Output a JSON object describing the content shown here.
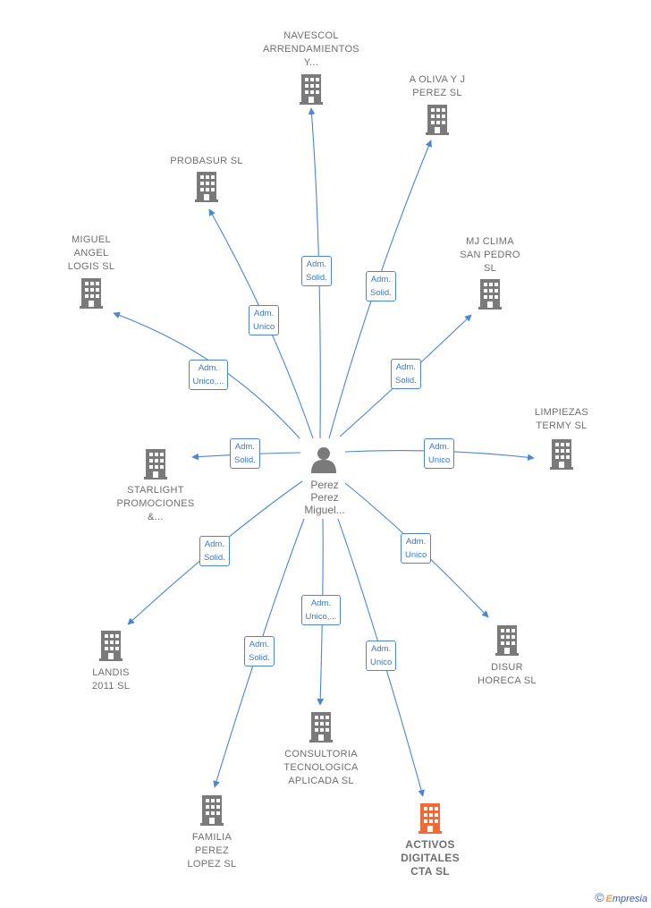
{
  "colors": {
    "edge": "#4a86d4",
    "building": "#7a7a7a",
    "building_highlight": "#f06a38",
    "person": "#7a7a7a"
  },
  "person": {
    "icon": "person-icon",
    "lines": [
      "Perez",
      "Perez",
      "Miguel..."
    ]
  },
  "companies": [
    {
      "id": "navescol",
      "lines": [
        "NAVESCOL",
        "ARRENDAMIENTOS",
        "Y..."
      ],
      "highlight": false
    },
    {
      "id": "aoliva",
      "lines": [
        "A OLIVA Y J",
        "PEREZ SL"
      ],
      "highlight": false
    },
    {
      "id": "probasur",
      "lines": [
        "PROBASUR SL"
      ],
      "highlight": false
    },
    {
      "id": "mjclima",
      "lines": [
        "MJ CLIMA",
        "SAN PEDRO",
        "SL"
      ],
      "highlight": false
    },
    {
      "id": "miguelangel",
      "lines": [
        "MIGUEL",
        "ANGEL",
        "LOGIS  SL"
      ],
      "highlight": false
    },
    {
      "id": "limpiezas",
      "lines": [
        "LIMPIEZAS",
        "TERMY  SL"
      ],
      "highlight": false
    },
    {
      "id": "starlight",
      "lines": [
        "STARLIGHT",
        "PROMOCIONES",
        "&..."
      ],
      "highlight": false
    },
    {
      "id": "landis",
      "lines": [
        "LANDIS",
        "2011 SL"
      ],
      "highlight": false
    },
    {
      "id": "disur",
      "lines": [
        "DISUR",
        "HORECA  SL"
      ],
      "highlight": false
    },
    {
      "id": "consultoria",
      "lines": [
        "CONSULTORIA",
        "TECNOLOGICA",
        "APLICADA  SL"
      ],
      "highlight": false
    },
    {
      "id": "familia",
      "lines": [
        "FAMILIA",
        "PEREZ",
        "LOPEZ  SL"
      ],
      "highlight": false
    },
    {
      "id": "activos",
      "lines": [
        "ACTIVOS",
        "DIGITALES",
        "CTA  SL"
      ],
      "highlight": true
    }
  ],
  "edges": [
    {
      "to": "navescol",
      "label": [
        "Adm.",
        "Solid."
      ]
    },
    {
      "to": "aoliva",
      "label": [
        "Adm.",
        "Solid."
      ]
    },
    {
      "to": "probasur",
      "label": [
        "Adm.",
        "Unico"
      ]
    },
    {
      "to": "mjclima",
      "label": [
        "Adm.",
        "Solid."
      ]
    },
    {
      "to": "miguelangel",
      "label": [
        "Adm.",
        "Unico,..."
      ]
    },
    {
      "to": "limpiezas",
      "label": [
        "Adm.",
        "Unico"
      ]
    },
    {
      "to": "starlight",
      "label": [
        "Adm.",
        "Solid."
      ]
    },
    {
      "to": "landis",
      "label": [
        "Adm.",
        "Solid."
      ]
    },
    {
      "to": "disur",
      "label": [
        "Adm.",
        "Unico"
      ]
    },
    {
      "to": "consultoria",
      "label": [
        "Adm.",
        "Unico,..."
      ]
    },
    {
      "to": "familia",
      "label": [
        "Adm.",
        "Solid."
      ]
    },
    {
      "to": "activos",
      "label": [
        "Adm.",
        "Unico"
      ]
    }
  ],
  "footer": {
    "copyright": "©",
    "brand_first": "E",
    "brand_rest": "mpresia"
  }
}
